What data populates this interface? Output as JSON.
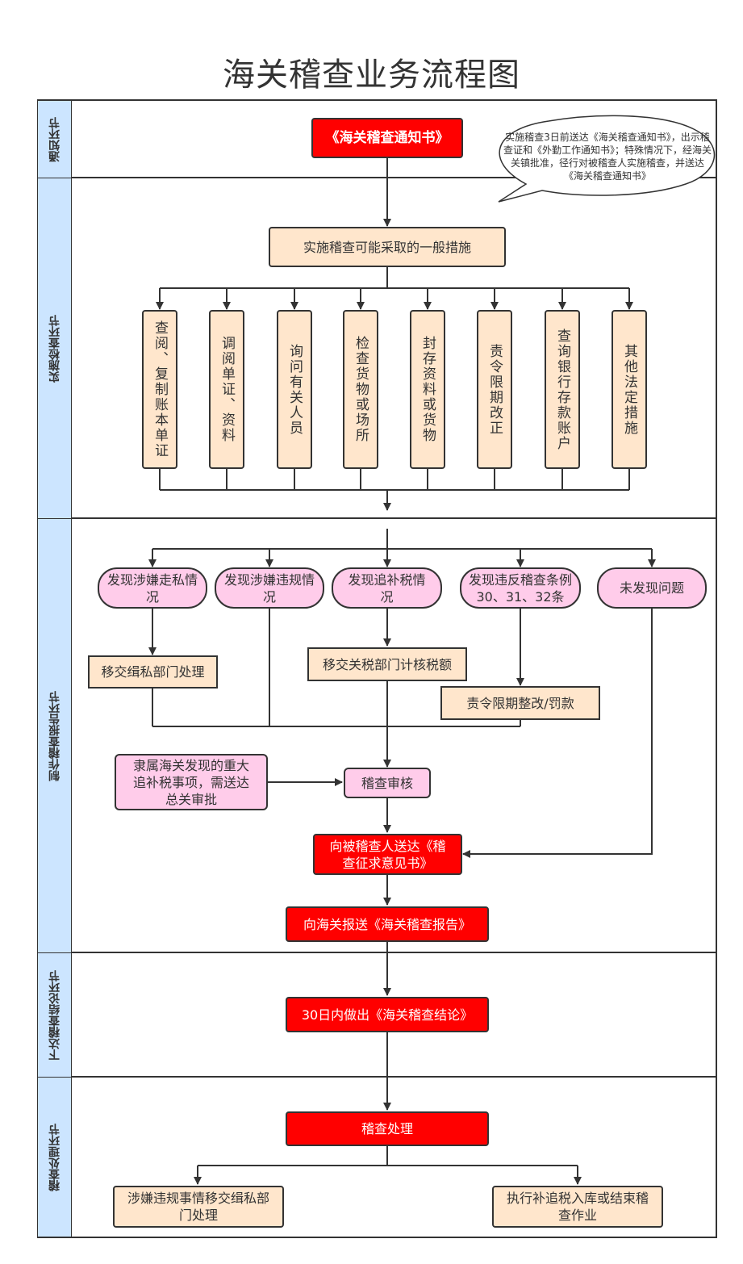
{
  "title": "海关稽查业务流程图",
  "colors": {
    "lane_header": "#cce5ff",
    "peach": "#ffe6cc",
    "pink": "#ffccea",
    "red": "#ff0000",
    "line": "#333333"
  },
  "lanes": [
    {
      "label": "通知环节"
    },
    {
      "label": "实施检查环节"
    },
    {
      "label": "制作稽查报告环节"
    },
    {
      "label": "下达稽查结论环节"
    },
    {
      "label": "稽查处理环节"
    }
  ],
  "notice": {
    "box": "《海关稽查通知书》",
    "callout": "实施稽查3日前送达《海关稽查通知书》，出示稽查证和《外勤工作通知书》；特殊情况下，经海关关镇批准，径行对被稽查人实施稽查，并送达《海关稽查通知书》"
  },
  "inspection": {
    "general": "实施稽查可能采取的一般措施",
    "measures": [
      "查阅、复制账本单证",
      "调阅单证、资料",
      "询问有关人员",
      "检查货物或场所",
      "封存资料或货物",
      "责令限期改正",
      "查询银行存款账户",
      "其他法定措施"
    ]
  },
  "report": {
    "findings": [
      "发现涉嫌走私情况",
      "发现涉嫌违规情况",
      "发现追补税情况",
      "发现违反稽查条例30、31、32条",
      "未发现问题"
    ],
    "actions": {
      "smuggling": "移交缉私部门处理",
      "tax": "移交关税部门计核税额",
      "violation": "责令限期整改/罚款"
    },
    "major_item": "隶属海关发现的重大追补税事项，需送达总关审批",
    "review": "稽查审核",
    "opinion": "向被稽查人送达《稽查征求意见书》",
    "submit": "向海关报送《海关稽查报告》"
  },
  "conclusion": {
    "box": "30日内做出《海关稽查结论》"
  },
  "handling": {
    "box": "稽查处理",
    "outcomes": [
      "涉嫌违规事情移交缉私部门处理",
      "执行补追税入库或结束稽查作业"
    ]
  }
}
